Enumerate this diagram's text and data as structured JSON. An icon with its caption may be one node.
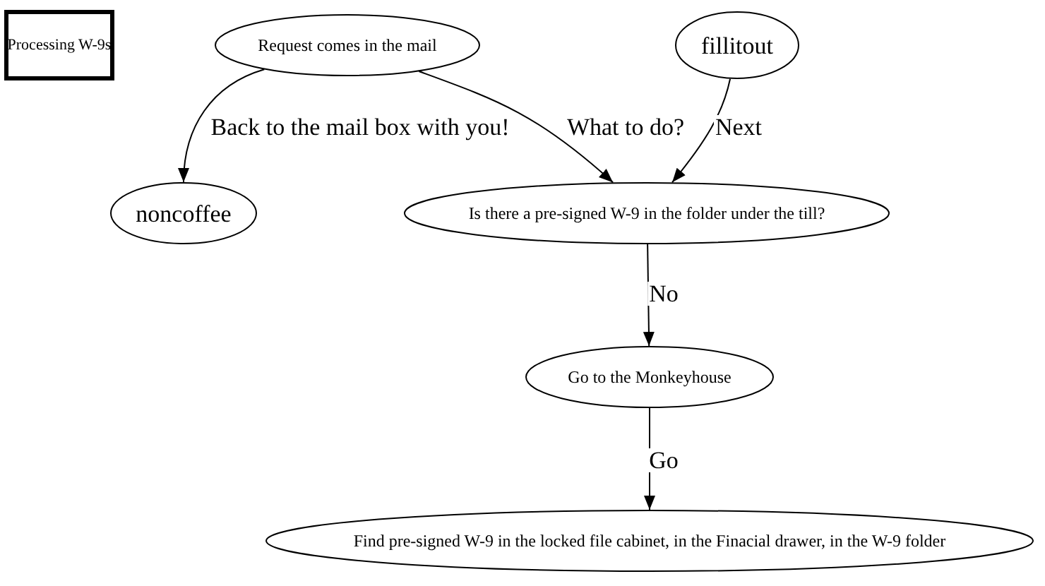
{
  "diagram": {
    "nodes": [
      {
        "text": [
          "Processing W-9s"
        ]
      },
      {
        "text": [
          "Request comes in the mail"
        ]
      },
      {
        "text": [
          "fillitout"
        ]
      },
      {
        "text": [
          "noncoffee"
        ]
      },
      {
        "text": [
          "Is there a pre-signed W-9 in the folder under the till?"
        ]
      },
      {
        "text": [
          "Go to the Monkeyhouse"
        ]
      },
      {
        "text": [
          "Find pre-signed W-9 in the locked file cabinet, in the Finacial drawer, in the W-9 folder"
        ]
      }
    ],
    "edges": [
      {
        "from": 1,
        "to": 3,
        "arrow": "to",
        "label": "Back to the mail box with you!"
      },
      {
        "from": 1,
        "to": 4,
        "arrow": "to",
        "label": "What to do?"
      },
      {
        "from": 2,
        "to": 4,
        "arrow": "to",
        "label": "Next"
      },
      {
        "from": 4,
        "to": 5,
        "arrow": "to",
        "label": "No"
      },
      {
        "from": 5,
        "to": 6,
        "arrow": "to",
        "label": "Go"
      }
    ]
  }
}
